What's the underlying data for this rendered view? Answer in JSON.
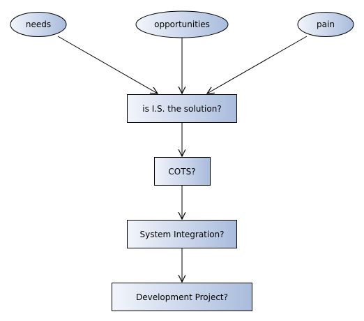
{
  "diagram": {
    "sources": [
      {
        "label": "needs"
      },
      {
        "label": "opportunities"
      },
      {
        "label": "pain"
      }
    ],
    "steps": [
      {
        "label": "is I.S. the solution?"
      },
      {
        "label": "COTS?"
      },
      {
        "label": "System Integration?"
      },
      {
        "label": "Development Project?"
      }
    ],
    "colors": {
      "fill_light": "#f2f5fb",
      "fill_dark": "#a9bcdc",
      "stroke": "#000000"
    }
  }
}
